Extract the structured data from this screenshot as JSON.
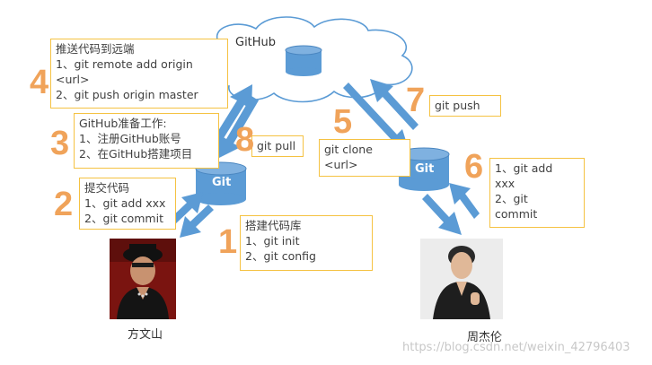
{
  "cloud": {
    "label": "GitHub"
  },
  "local_repo": {
    "label": "Git"
  },
  "remote_clone_repo": {
    "label": "Git"
  },
  "steps": {
    "s1": {
      "number": "1",
      "lines": [
        "搭建代码库",
        "1、git init",
        "2、git config"
      ]
    },
    "s2": {
      "number": "2",
      "lines": [
        "提交代码",
        "1、git add xxx",
        "2、git commit"
      ]
    },
    "s3": {
      "number": "3",
      "lines": [
        "GitHub准备工作:",
        "1、注册GitHub账号",
        "2、在GitHub搭建项目"
      ]
    },
    "s4": {
      "number": "4",
      "lines": [
        "推送代码到远端",
        "1、git remote add origin",
        "<url>",
        "2、git push origin master"
      ]
    },
    "s5": {
      "number": "5",
      "lines": [
        "git clone",
        "<url>"
      ]
    },
    "s6": {
      "number": "6",
      "lines": [
        "1、git add",
        "xxx",
        "2、git",
        "commit"
      ]
    },
    "s7": {
      "number": "7",
      "lines": [
        "git push"
      ]
    },
    "s8": {
      "number": "8",
      "lines": [
        "git pull"
      ]
    }
  },
  "people": {
    "left": {
      "name": "方文山"
    },
    "right": {
      "name": "周杰伦"
    }
  },
  "watermark": "https://blog.csdn.net/weixin_42796403",
  "colors": {
    "arrow": "#5b9bd5",
    "repo_fill": "#5b9bd5",
    "box_border": "#f5c242",
    "step_number": "#f0a35a"
  }
}
